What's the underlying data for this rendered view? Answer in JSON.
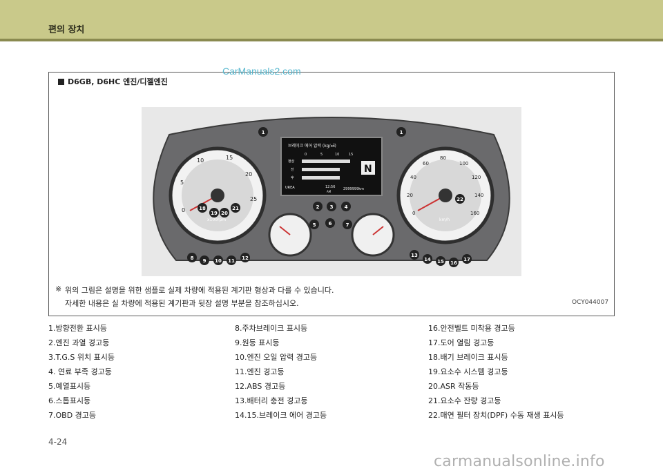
{
  "header": {
    "title": "편의 장치"
  },
  "watermark": "CarManuals2.com",
  "figure": {
    "engine_title": "D6GB, D6HC 엔진/디젤엔진",
    "note_mark": "※",
    "note_line1": "위의 그림은 설명을 위한 샘플로 실제 차량에 적용된 계기판 형상과 다를 수 있습니다.",
    "note_line2": "자세한 내용은 실 차량에 적용된 계기판과 뒷장 설명 부분을 참조하십시오.",
    "code": "OCY044007",
    "lcd": {
      "title": "브레이크 에어 압력 (kg/㎠)",
      "scale": [
        "0",
        "5",
        "10",
        "15"
      ],
      "rows": [
        "정상",
        "전",
        "후"
      ],
      "gear": "N",
      "time": "12:56",
      "ampm": "AM",
      "odometer": "2999999km",
      "urea": "UREA"
    },
    "tach_label": "x100rpm",
    "speed_label": "km/h",
    "tach_ticks": [
      "0",
      "5",
      "10",
      "15",
      "20",
      "25"
    ],
    "speed_ticks": [
      "0",
      "20",
      "40",
      "60",
      "80",
      "100",
      "120",
      "140",
      "160"
    ],
    "callouts": [
      "1",
      "1",
      "2",
      "3",
      "4",
      "5",
      "6",
      "7",
      "8",
      "9",
      "10",
      "11",
      "12",
      "13",
      "14",
      "15",
      "16",
      "17",
      "18",
      "19",
      "20",
      "21",
      "22"
    ]
  },
  "legend": {
    "col1": [
      "1.방향전환 표시등",
      "2.엔진 과열 경고등",
      "3.T.G.S 위치 표시등",
      "4. 연료 부족 경고등",
      "5.예열표시등",
      "6.스톱표시등",
      "7.OBD 경고등"
    ],
    "col2": [
      "8.주차브레이크 표시등",
      "9.원등 표시등",
      "10.엔진 오일 압력 경고등",
      "11.엔진 경고등",
      "12.ABS 경고등",
      "13.배터리 충전 경고등",
      "14.15.브레이크 에어 경고등"
    ],
    "col3": [
      "16.안전벨트 미착용 경고등",
      "17.도어 열림 경고등",
      "18.배기 브레이크 표시등",
      "19.요소수 시스템 경고등",
      "20.ASR 작동등",
      "21.요소수 잔량 경고등",
      "22.매연 필터 장치(DPF) 수동 재생 표시등"
    ]
  },
  "page_number": "4-24",
  "footer_site": "carmanualsonline.info"
}
